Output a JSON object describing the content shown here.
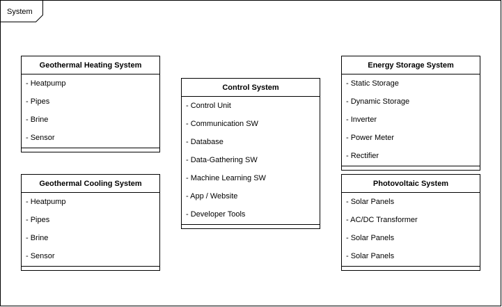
{
  "frame": {
    "label": "System"
  },
  "classes": {
    "geothermal_heating": {
      "title": "Geothermal Heating System",
      "attributes": [
        "- Heatpump",
        "- Pipes",
        "- Brine",
        "- Sensor"
      ]
    },
    "geothermal_cooling": {
      "title": "Geothermal Cooling System",
      "attributes": [
        "- Heatpump",
        "- Pipes",
        "- Brine",
        "- Sensor"
      ]
    },
    "control": {
      "title": "Control System",
      "attributes": [
        "- Control Unit",
        "- Communication SW",
        "- Database",
        "- Data-Gathering SW",
        "- Machine Learning SW",
        "- App / Website",
        "- Developer Tools"
      ]
    },
    "energy_storage": {
      "title": "Energy Storage System",
      "attributes": [
        "- Static Storage",
        "- Dynamic Storage",
        "- Inverter",
        "- Power Meter",
        "- Rectifier"
      ]
    },
    "photovoltaic": {
      "title": "Photovoltaic System",
      "attributes": [
        "- Solar Panels",
        "- AC/DC Transformer",
        "- Solar Panels",
        "- Solar Panels"
      ]
    }
  }
}
